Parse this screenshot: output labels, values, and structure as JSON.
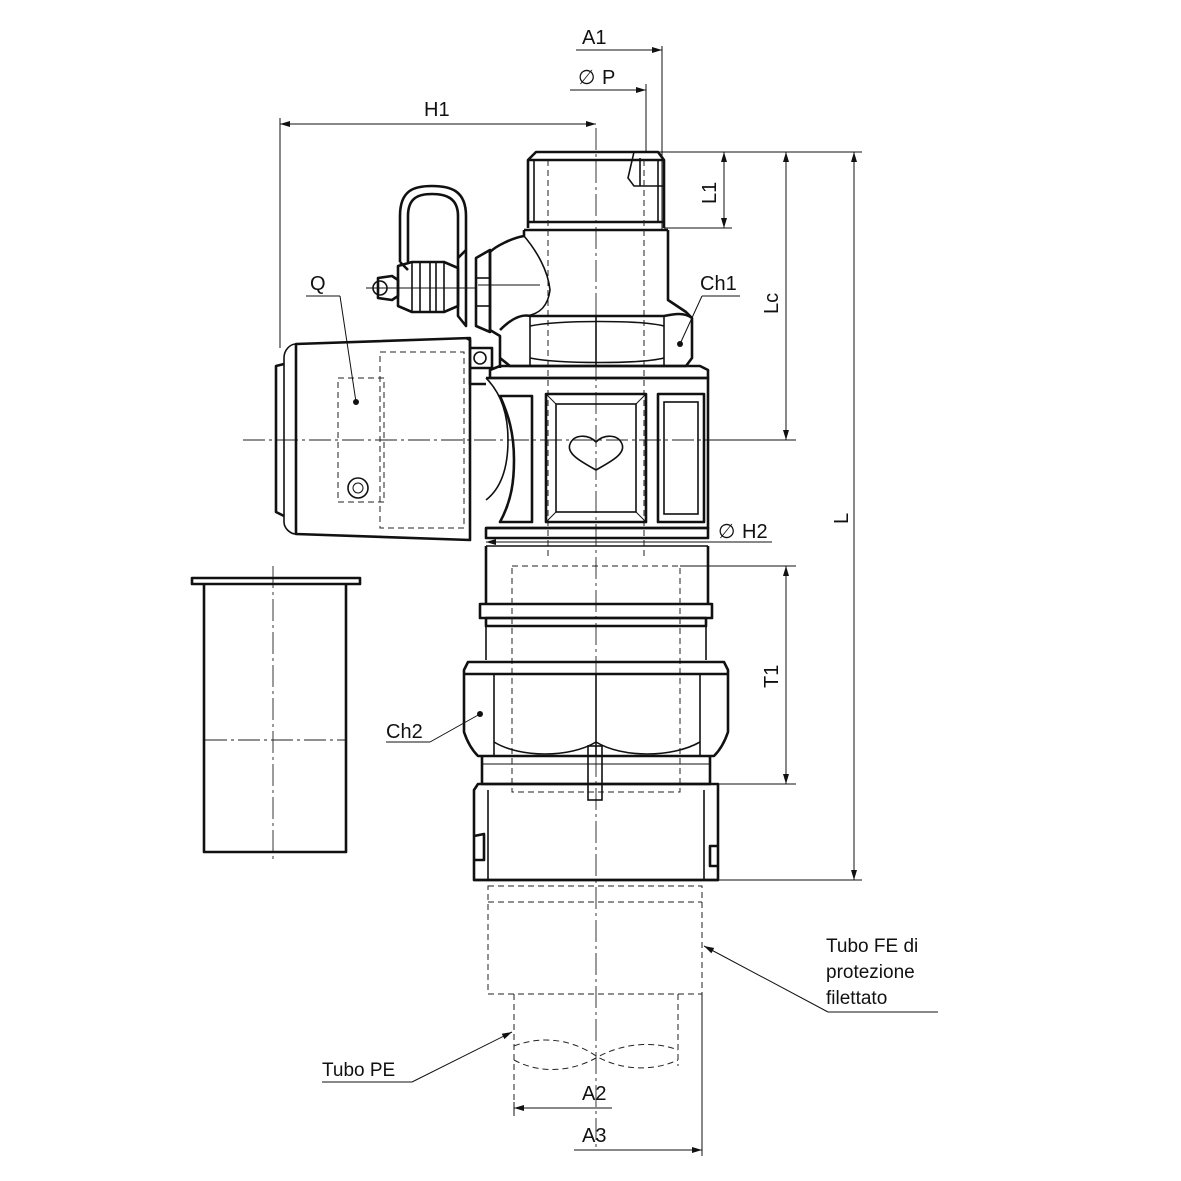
{
  "labels": {
    "a1": "A1",
    "p": "P",
    "h1": "H1",
    "l1": "L1",
    "lc": "Lc",
    "ch1": "Ch1",
    "q": "Q",
    "h2": "H2",
    "l": "L",
    "t1": "T1",
    "ch2": "Ch2",
    "a2": "A2",
    "a3": "A3",
    "tubo_pe": "Tubo PE",
    "tubo_fe_line1": "Tubo FE di",
    "tubo_fe_line2": "protezione",
    "tubo_fe_line3": "filettato"
  },
  "symbols": {
    "diameter": "∅"
  }
}
